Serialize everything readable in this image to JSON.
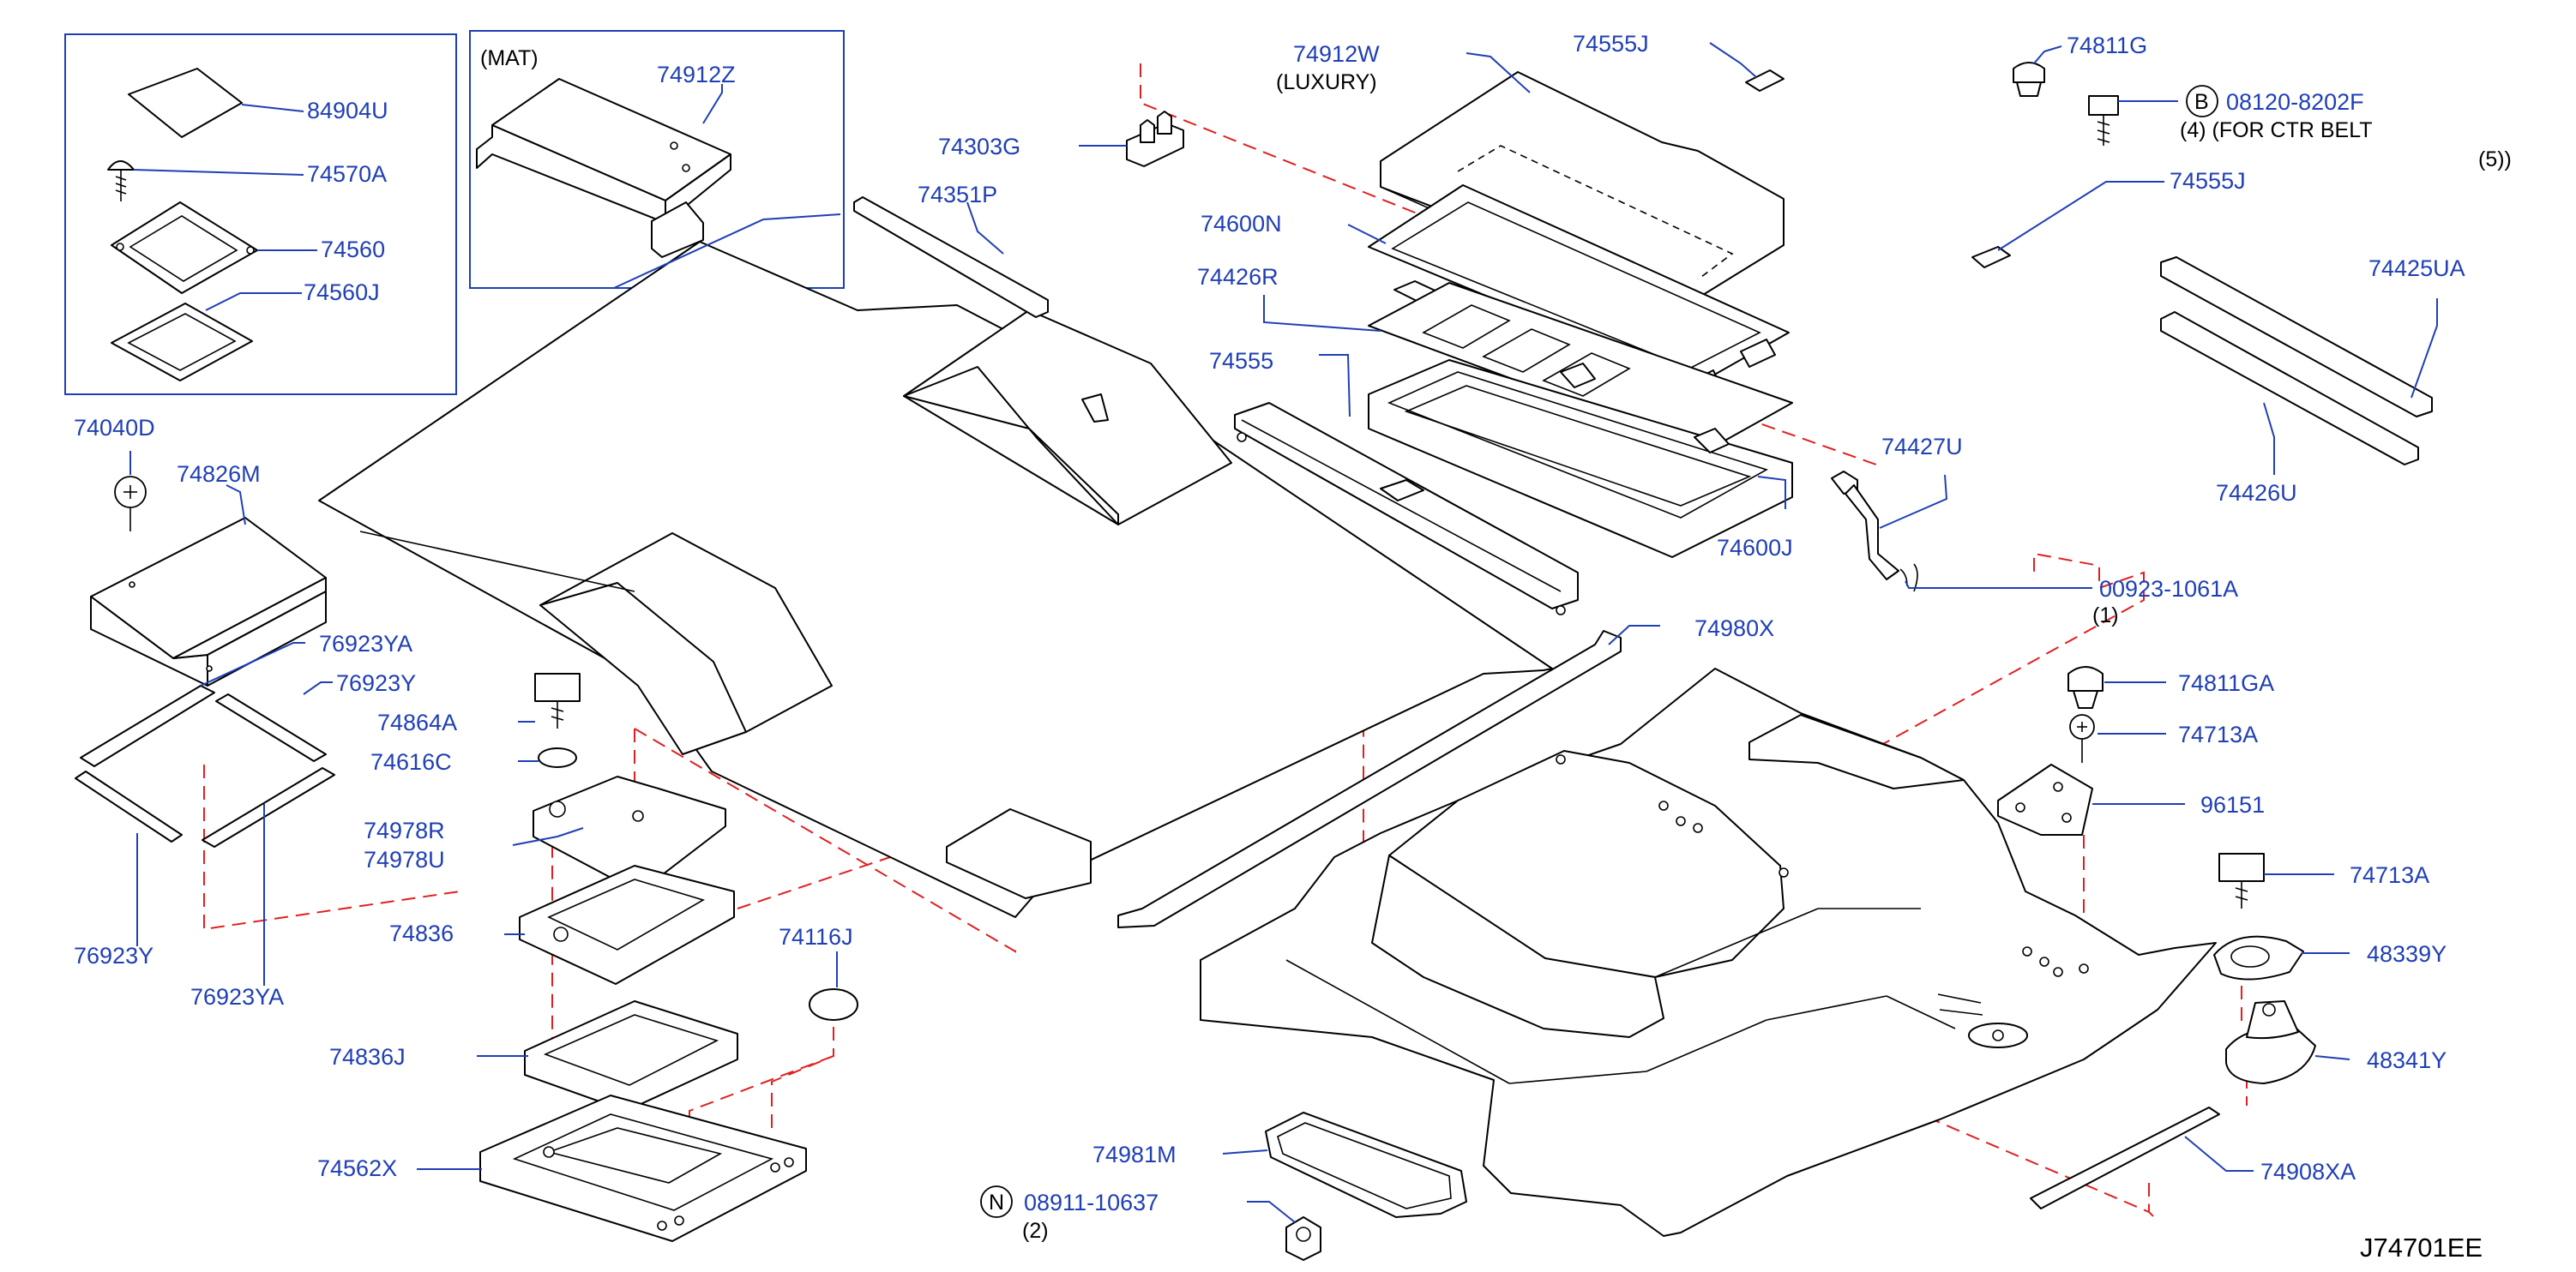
{
  "diagram": {
    "ref_code": "J74701EE",
    "inset_mat_label": "(MAT)",
    "parts": {
      "p84904U": "84904U",
      "p74570A": "74570A",
      "p74560": "74560",
      "p74560J": "74560J",
      "p74912Z": "74912Z",
      "p74040D": "74040D",
      "p74826M": "74826M",
      "p76923YA_a": "76923YA",
      "p76923Y_a": "76923Y",
      "p76923Y_b": "76923Y",
      "p76923YA_b": "76923YA",
      "p74864A": "74864A",
      "p74616C": "74616C",
      "p74978R": "74978R",
      "p74978U": "74978U",
      "p74836": "74836",
      "p74836J": "74836J",
      "p74562X": "74562X",
      "p74116J": "74116J",
      "p74303G": "74303G",
      "p74351P": "74351P",
      "p74912W": "74912W",
      "p74912W_note": "(LUXURY)",
      "p74600N": "74600N",
      "p74426R": "74426R",
      "p74555": "74555",
      "p74600J": "74600J",
      "p74555J_a": "74555J",
      "p74811G": "74811G",
      "p08120": "08120-8202F",
      "p08120_note1": "(4)    (FOR   CTR   BELT",
      "p08120_note2": "(5))",
      "p74555J_b": "74555J",
      "p74425UA": "74425UA",
      "p74426U": "74426U",
      "p74427U": "74427U",
      "p00923": "00923-1061A",
      "p00923_qty": "(1)",
      "p74980X": "74980X",
      "p74811GA": "74811GA",
      "p74713A_a": "74713A",
      "p96151": "96151",
      "p74713A_b": "74713A",
      "p48339Y": "48339Y",
      "p48341Y": "48341Y",
      "p74908XA": "74908XA",
      "p74981M": "74981M",
      "p08911": "08911-10637",
      "p08911_qty": "(2)"
    },
    "circle_marks": {
      "bolt_b": "B",
      "nut_n": "N"
    },
    "colors": {
      "label": "#1f3fb5",
      "dashed_reference": "#e02020",
      "line_art": "#000000"
    }
  }
}
